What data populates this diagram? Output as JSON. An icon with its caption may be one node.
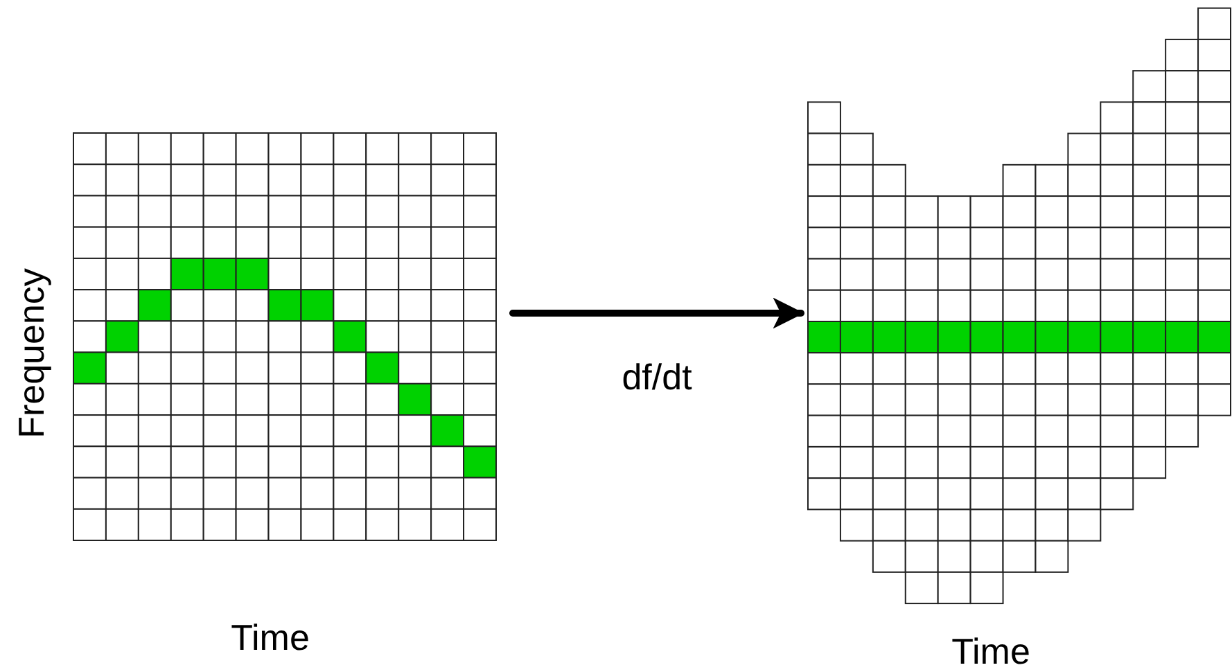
{
  "diagram": {
    "nodes": [
      {
        "text": [],
        "shape": "grid",
        "beside": [
          "Frequency",
          "Time"
        ]
      },
      {
        "text": [],
        "shape": "grid",
        "beside": [
          "Time"
        ]
      }
    ],
    "edges": [
      {
        "from": 0,
        "to": 1,
        "arrow": "to",
        "label": "df/dt"
      }
    ]
  }
}
